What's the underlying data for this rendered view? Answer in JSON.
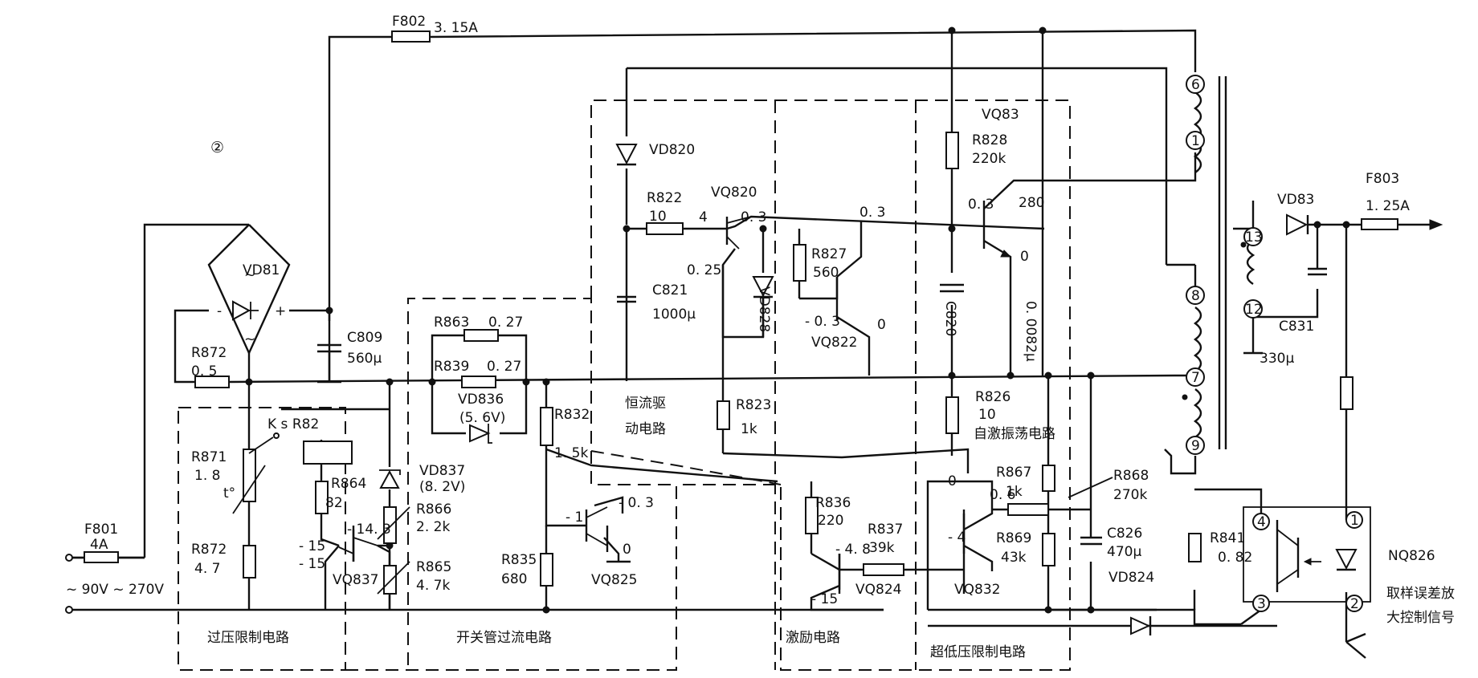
{
  "figure_number": "②",
  "fuses": {
    "f802": {
      "name": "F802",
      "value": "3. 15A"
    },
    "f801": {
      "name": "F801",
      "value": "4A"
    },
    "f803": {
      "name": "F803",
      "value": "1. 25A"
    }
  },
  "input_voltage": "~ 90V ~ 270V",
  "bridge": {
    "name": "VD81",
    "minus": "-",
    "plus": "+",
    "tilde_top": "~",
    "tilde_bottom": "~"
  },
  "c809": {
    "name": "C809",
    "value": "560μ"
  },
  "r872_top": {
    "name": "R872",
    "value": "0. 5"
  },
  "r871": {
    "name": "R871",
    "value": "1. 8",
    "note": "t°"
  },
  "r872_bottom": {
    "name": "R872",
    "value": "4. 7"
  },
  "relay": {
    "name": "K s R82"
  },
  "r864": {
    "name": "R864",
    "value": "82"
  },
  "vd837": {
    "name": "VD837",
    "value": "(8. 2V)"
  },
  "r866": {
    "name": "R866",
    "value": "2. 2k"
  },
  "r865": {
    "name": "R865",
    "value": "4. 7k"
  },
  "vq837": {
    "name": "VQ837",
    "v1": "- 14. 3",
    "v2": "- 15",
    "v3": "- 15"
  },
  "r863": {
    "name": "R863",
    "value": "0. 27"
  },
  "r839": {
    "name": "R839",
    "value": "0. 27"
  },
  "vd836": {
    "name": "VD836",
    "value": "(5. 6V)"
  },
  "r832": {
    "name": "R832",
    "value": "1. 5k"
  },
  "r835": {
    "name": "R835",
    "value": "680"
  },
  "vq825": {
    "name": "VQ825",
    "vb": "- 1",
    "vc": "- 0. 3",
    "ve": "0"
  },
  "vd820": {
    "name": "VD820"
  },
  "r822": {
    "name": "R822",
    "value": "10"
  },
  "vq820": {
    "name": "VQ820",
    "vb": "4",
    "vc": "0. 3",
    "ve": "0. 25"
  },
  "c821": {
    "name": "C821",
    "value": "1000μ"
  },
  "vd828": {
    "name": "VD828"
  },
  "r823": {
    "name": "R823",
    "value": "1k"
  },
  "r827": {
    "name": "R827",
    "value": "560"
  },
  "vq822": {
    "name": "VQ822",
    "vb": "- 0. 3",
    "ve": "0",
    "vc": "0. 3"
  },
  "vq83": {
    "name": "VQ83",
    "vb": "0. 3",
    "vc": "280",
    "ve": "0"
  },
  "r828": {
    "name": "R828",
    "value": "220k"
  },
  "c820": {
    "name": "C820",
    "value": "0. 0082μ"
  },
  "r826": {
    "name": "R826",
    "value": "10"
  },
  "r836": {
    "name": "R836",
    "value": "220"
  },
  "r837": {
    "name": "R837",
    "value": "39k"
  },
  "vq824": {
    "name": "VQ824",
    "vb": "- 4. 8",
    "ve": "- 15"
  },
  "vq832": {
    "name": "VQ832",
    "vc": "0",
    "vb": "- 4",
    "v2": "0. 6"
  },
  "r867": {
    "name": "R867",
    "value": "1k"
  },
  "r869": {
    "name": "R869",
    "value": "43k"
  },
  "r868": {
    "name": "R868",
    "value": "270k"
  },
  "c826": {
    "name": "C826",
    "value": "470μ"
  },
  "vd824": {
    "name": "VD824"
  },
  "r841": {
    "name": "R841",
    "value": "0. 82"
  },
  "vd83": {
    "name": "VD83"
  },
  "c831": {
    "name": "C831",
    "value": "330μ"
  },
  "nq826": {
    "name": "NQ826"
  },
  "pins": {
    "p6": "6",
    "p1": "1",
    "p8": "8",
    "p7": "7",
    "p9": "9",
    "p13": "13",
    "p12": "12",
    "o4": "4",
    "o1": "1",
    "o3": "3",
    "o2": "2"
  },
  "blocks": {
    "overvoltage": "过压限制电路",
    "overcurrent": "开关管过流电路",
    "drive_line1": "恒流驱",
    "drive_line2": "动电路",
    "oscillation": "自激振荡电路",
    "excitation": "激励电路",
    "undervoltage": "超低压限制电路"
  },
  "feedback": {
    "line1": "取样误差放",
    "line2": "大控制信号"
  }
}
